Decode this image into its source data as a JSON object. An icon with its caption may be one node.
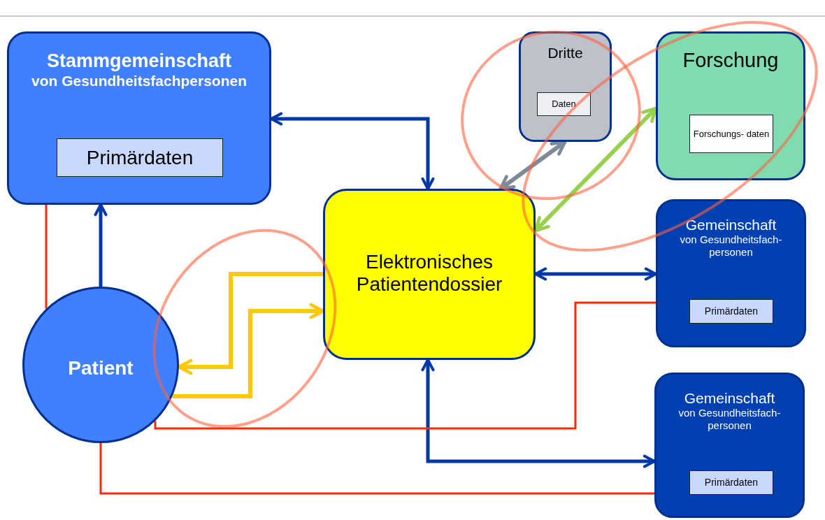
{
  "diagram": {
    "nodes": [
      {
        "text": [
          "Stammgemeinschaft",
          "von Gesundheitsfachpersonen"
        ]
      },
      {
        "text": [
          "Primärdaten"
        ],
        "in": 0
      },
      {
        "text": [
          "Dritte"
        ]
      },
      {
        "text": [
          "Daten"
        ],
        "in": 2
      },
      {
        "text": [
          "Forschung"
        ]
      },
      {
        "text": [
          "Forschungs- daten"
        ],
        "in": 4
      },
      {
        "text": [
          "Elektronisches Patientendossier"
        ]
      },
      {
        "text": [
          "Gemeinschaft",
          "von Gesundheitsfach- personen"
        ]
      },
      {
        "text": [
          "Primärdaten"
        ],
        "in": 7
      },
      {
        "text": [
          "Gemeinschaft",
          "von Gesundheitsfach- personen"
        ]
      },
      {
        "text": [
          "Primärdaten"
        ],
        "in": 9
      },
      {
        "text": [
          "Patient"
        ]
      }
    ],
    "edges": [
      {
        "from": 0,
        "to": 6,
        "arrow": "both"
      },
      {
        "from": 11,
        "to": 0,
        "arrow": "to"
      },
      {
        "from": 6,
        "to": 11,
        "arrow": "to",
        "color": "#ffc800"
      },
      {
        "from": 11,
        "to": 6,
        "arrow": "to",
        "color": "#ffc800"
      },
      {
        "from": 6,
        "to": 2,
        "arrow": "both",
        "color": "#7f8a99"
      },
      {
        "from": 6,
        "to": 4,
        "arrow": "both",
        "color": "#99d14f"
      },
      {
        "from": 6,
        "to": 7,
        "arrow": "both"
      },
      {
        "from": 6,
        "to": 9,
        "arrow": "both"
      },
      {
        "from": 11,
        "to": 0,
        "arrow": "none",
        "color": "#ff2a00"
      },
      {
        "from": 11,
        "to": 7,
        "arrow": "none",
        "color": "#ff2a00"
      },
      {
        "from": 11,
        "to": 9,
        "arrow": "none",
        "color": "#ff2a00"
      }
    ]
  }
}
